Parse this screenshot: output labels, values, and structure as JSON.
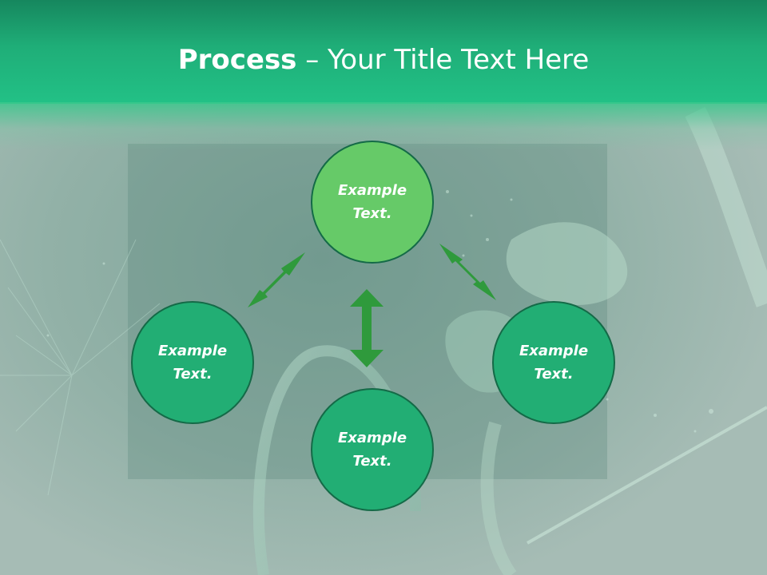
{
  "title": {
    "bold": "Process",
    "rest": " – Your Title Text Here"
  },
  "nodes": {
    "top": "Example Text.",
    "left": "Example Text.",
    "right": "Example Text.",
    "bottom": "Example Text."
  },
  "colors": {
    "header": "#1fae78",
    "node_dark": "#22ae74",
    "node_light": "#66ca68",
    "arrow": "#2f9a3c",
    "background": "#9fb8b0"
  }
}
